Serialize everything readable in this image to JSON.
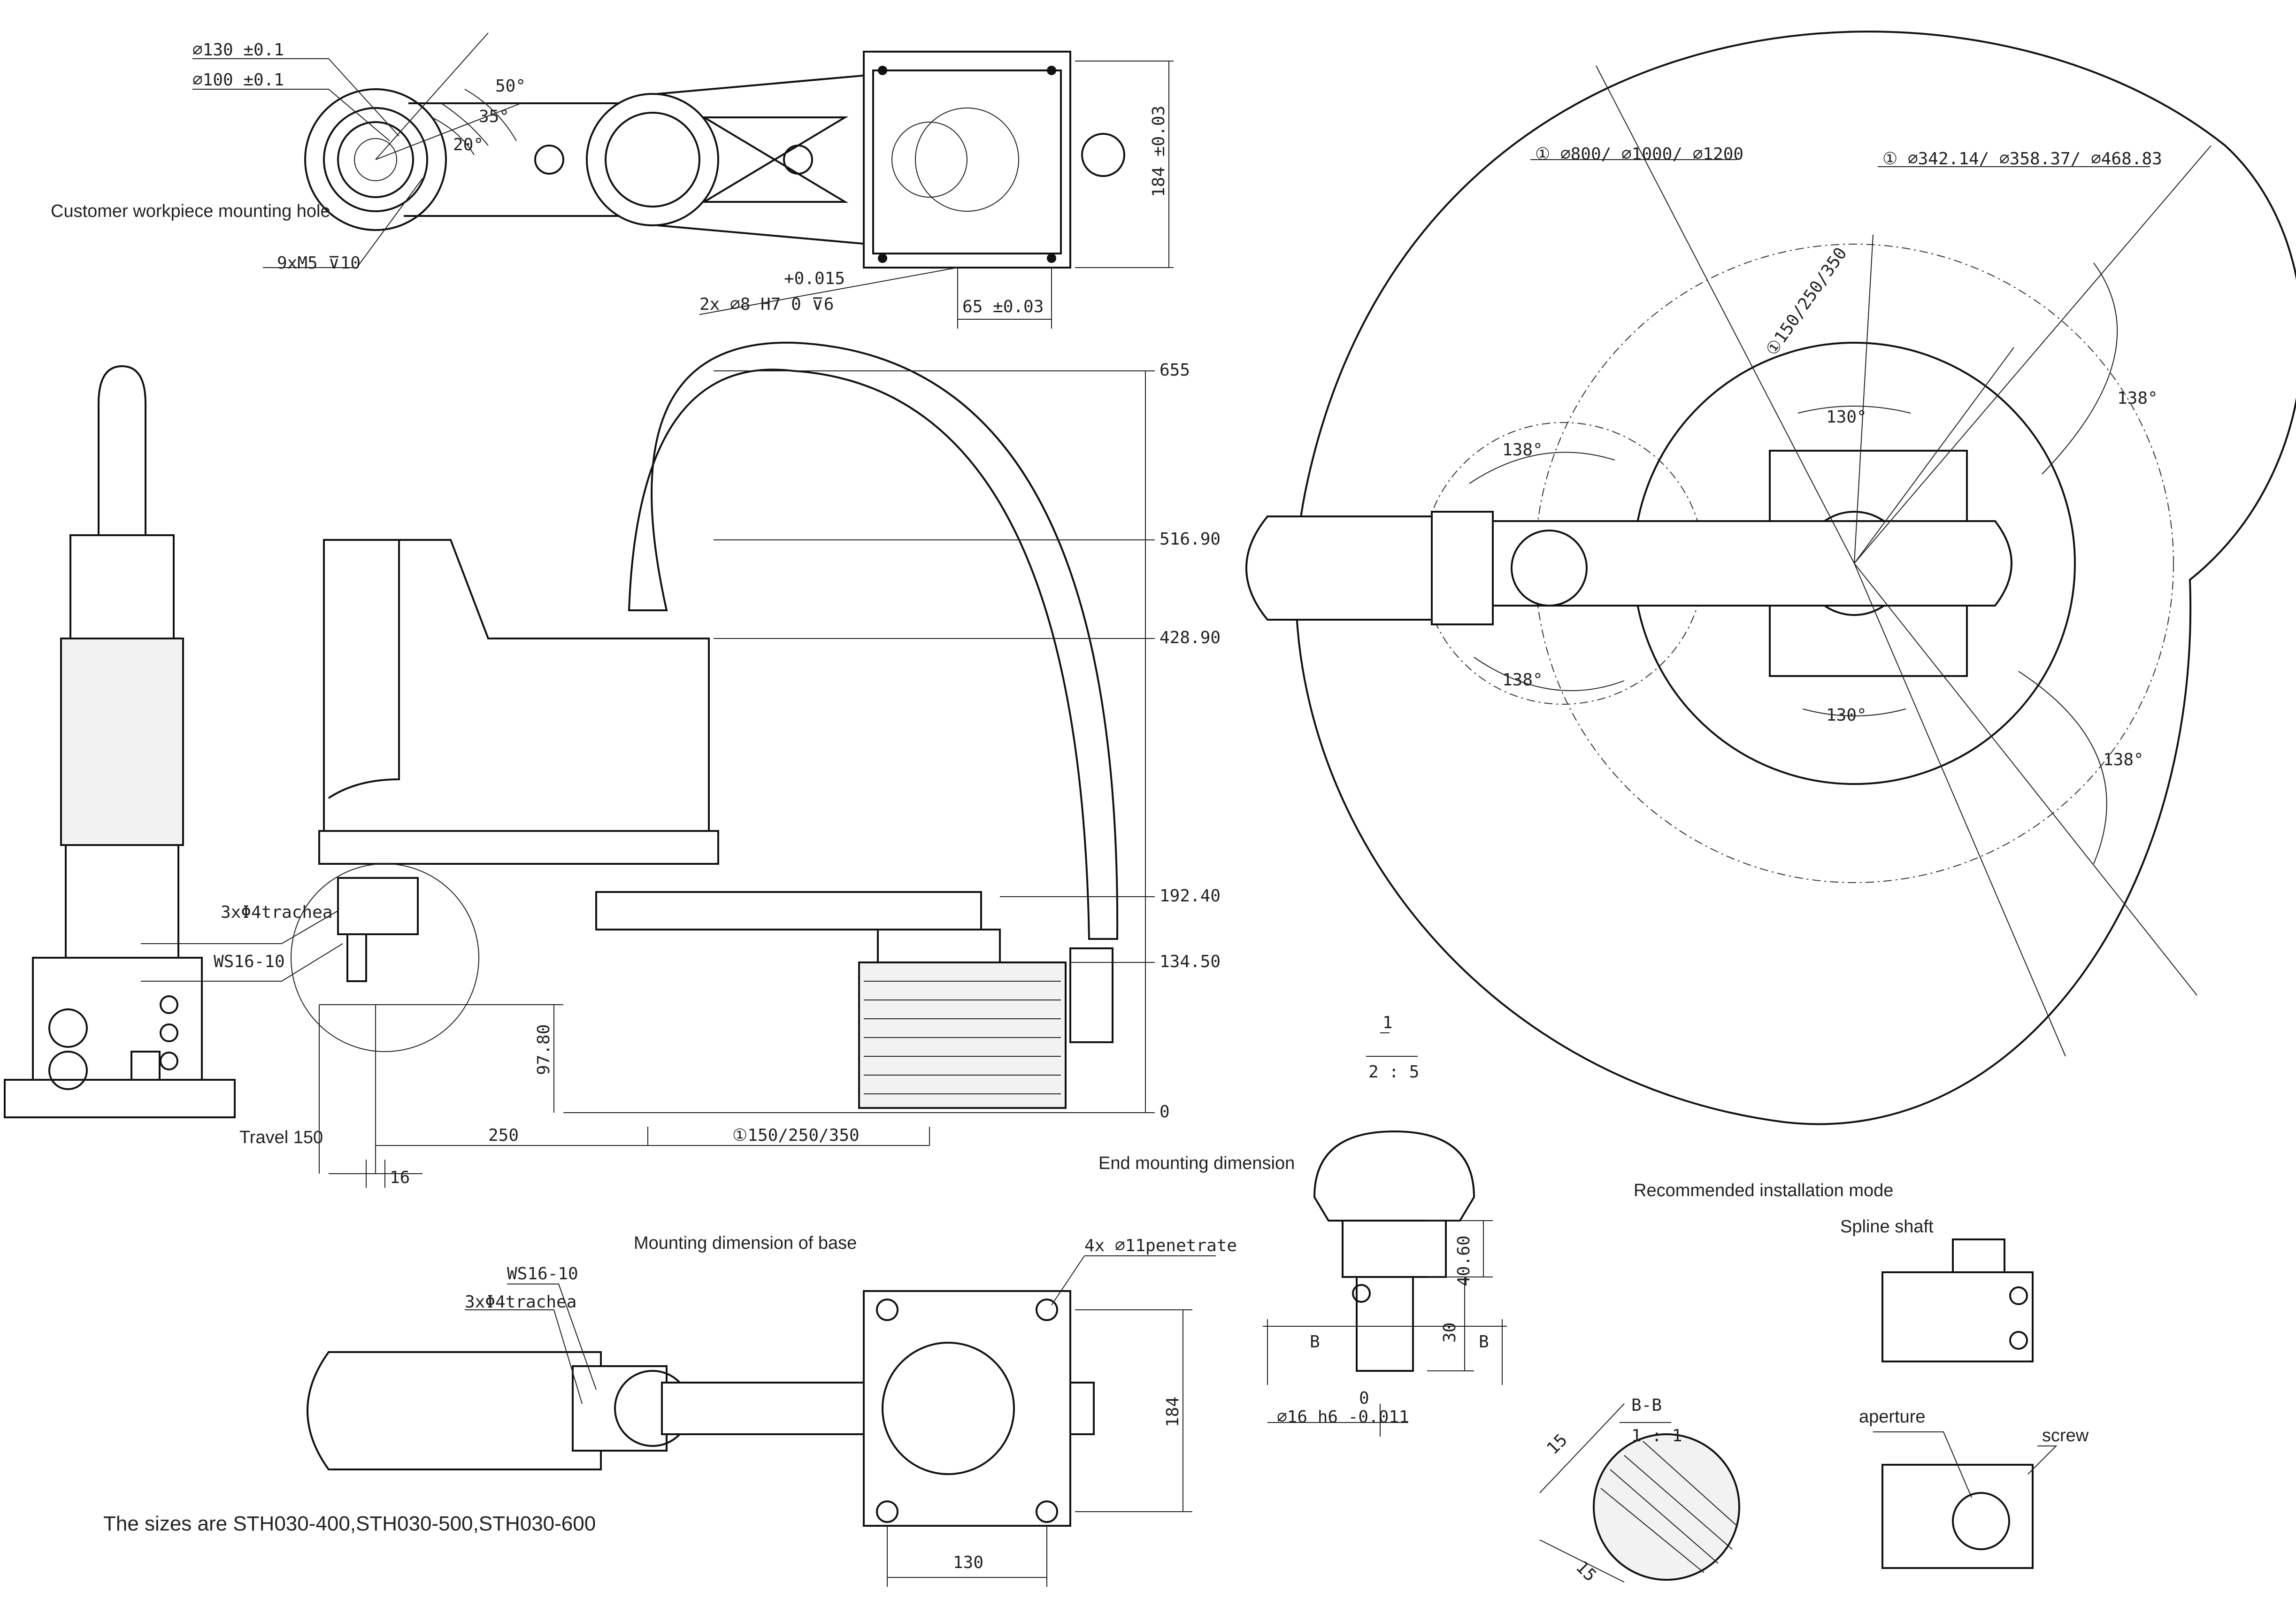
{
  "top_view": {
    "dia130": "∅130 ±0.1",
    "dia100": "∅100 ±0.1",
    "ang50": "50°",
    "ang35": "35°",
    "ang20": "20°",
    "workpiece": "Customer workpiece mounting hole",
    "thread": "9xM5 ⊽10",
    "pin_tol": "+0.015",
    "pin": "2x ∅8 H7   0    ⊽6",
    "w65": "65 ±0.03",
    "h184": "184 ±0.03"
  },
  "side_view": {
    "h655": "655",
    "h51690": "516.90",
    "h42890": "428.90",
    "h19240": "192.40",
    "h13450": "134.50",
    "h0": "0",
    "h9780": "97.80",
    "trachea": "3xΦ4trachea",
    "ws": "WS16-10",
    "travel": "Travel 150",
    "l250": "250",
    "l_range": "①150/250/350",
    "l16": "16"
  },
  "range_view": {
    "outer": "① ∅800/ ∅1000/ ∅1200",
    "inner": "① ∅342.14/ ∅358.37/ ∅468.83",
    "arm": "①150/250/350",
    "a138_1": "138°",
    "a138_2": "138°",
    "a138_3": "138°",
    "a138_4": "138°",
    "a130_1": "130°",
    "a130_2": "130°"
  },
  "end_view": {
    "title": "End mounting dimension",
    "scale_num": "1",
    "scale_den": "2 : 5",
    "h4060": "40.60",
    "h30": "30",
    "b_left": "B",
    "b_right": "B",
    "zero": "0",
    "shaft": "∅16 h6 -0.011",
    "bb": "B-B",
    "bb_scale": "1 : 1",
    "d15a": "15",
    "d15b": "15"
  },
  "base_view": {
    "title": "Mounting dimension of base",
    "holes": "4x ∅11penetrate",
    "ws": "WS16-10",
    "trachea": "3xΦ4trachea",
    "h184": "184",
    "w130": "130"
  },
  "install": {
    "title": "Recommended installation mode",
    "spline": "Spline shaft",
    "aperture": "aperture",
    "screw": "screw"
  },
  "footer": "The sizes are STH030-400,STH030-500,STH030-600"
}
